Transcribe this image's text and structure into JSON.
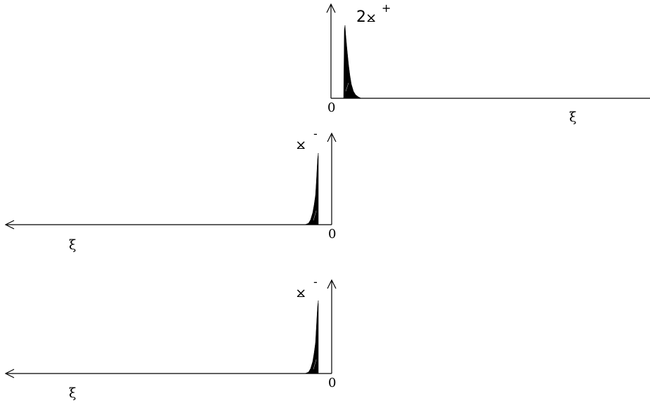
{
  "panels": [
    {
      "id": "top",
      "function_symbol": "2⨲",
      "function_superscript": "+",
      "origin_label": "0",
      "axis_label": "ξ",
      "direction": "right"
    },
    {
      "id": "middle",
      "function_symbol": "⨲",
      "function_superscript": "-",
      "origin_label": "0",
      "axis_label": "ξ",
      "direction": "left"
    },
    {
      "id": "bottom",
      "function_symbol": "⨲",
      "function_superscript": "-",
      "origin_label": "0",
      "axis_label": "ξ",
      "direction": "left"
    }
  ]
}
